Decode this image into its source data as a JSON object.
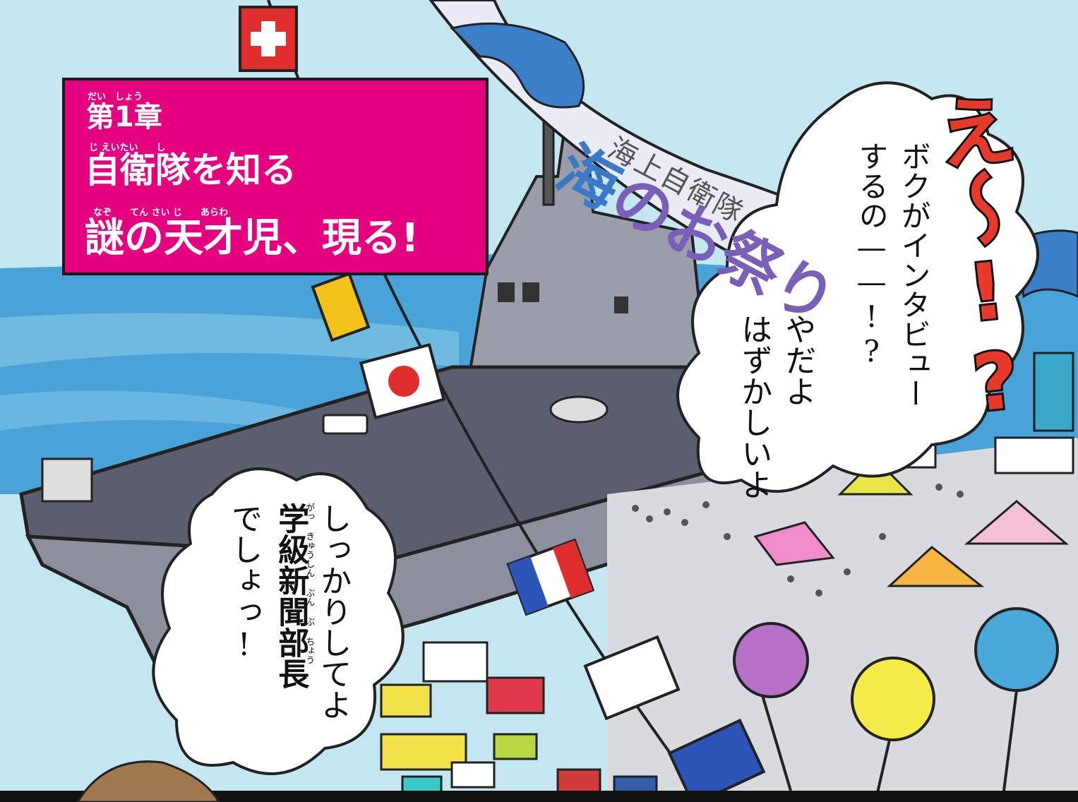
{
  "chapter": {
    "label": "第1章",
    "label_ruby": "だい　しょう",
    "title": "自衛隊を知る",
    "title_ruby": "じ えいたい　　し",
    "subtitle": "謎の天才児、現る!",
    "subtitle_ruby": "なぞ　　てん さい じ　　あらわ",
    "box_color": "#e4007f"
  },
  "banner": {
    "small_text": "海上自衛隊",
    "big_first": "海",
    "big_rest": "のお祭り"
  },
  "exclamation": "え〜!?",
  "speech": {
    "interview": [
      "ボクがインタビュー",
      "するの——!?"
    ],
    "shy": [
      "やだよ",
      "はずかしいよ"
    ],
    "scold": [
      "しっかりしてよ",
      "学級新聞部長",
      "でしょっ!"
    ],
    "scold_ruby": "がっ きゅうしん ぶん ぶ ちょう"
  },
  "scene": {
    "sky": "#bfe4ef",
    "sea": "#4aa3d8",
    "ship": "#8c8f9c",
    "deck": "#5b5e6e"
  }
}
